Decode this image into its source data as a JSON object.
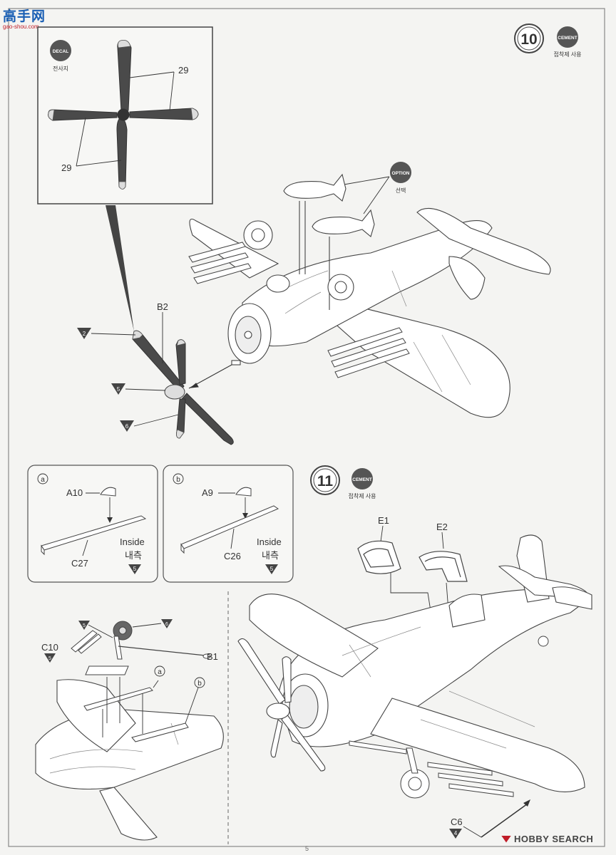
{
  "watermark": {
    "logo_text": "高手网",
    "url": "gao-shou.com"
  },
  "steps": [
    {
      "number": "10",
      "cement_label": "CEMENT",
      "cement_note": "접착제 사용"
    },
    {
      "number": "11",
      "cement_label": "CEMENT",
      "cement_note": "접착제 사용"
    }
  ],
  "decal": {
    "label": "DECAL",
    "note": "전사지",
    "part": "29"
  },
  "option": {
    "label": "OPTION",
    "note": "선택"
  },
  "parts": {
    "b2": "B2",
    "b1": "B1",
    "a10": "A10",
    "a9": "A9",
    "c27": "C27",
    "c26": "C26",
    "c10": "C10",
    "e1": "E1",
    "e2": "E2",
    "c6": "C6"
  },
  "paint_refs": {
    "p2": "2",
    "p4": "4",
    "p5": "5",
    "p6": "6"
  },
  "inside": {
    "en": "Inside",
    "ko": "내측"
  },
  "subs": {
    "a": "a",
    "b": "b"
  },
  "footer": {
    "brand": "HOBBY SEARCH",
    "page": "5"
  }
}
